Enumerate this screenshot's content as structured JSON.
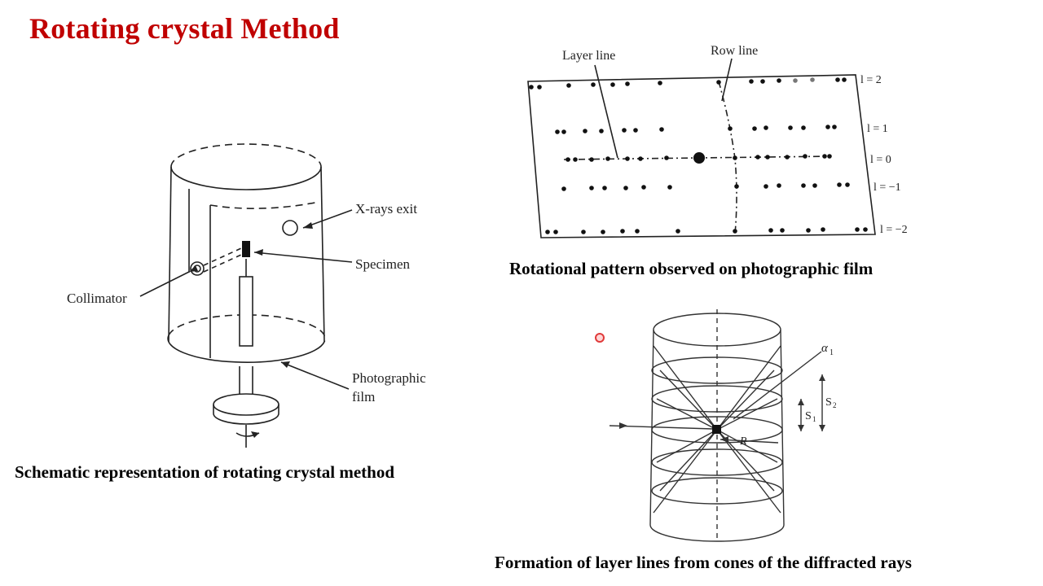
{
  "slide": {
    "title": "Rotating crystal Method"
  },
  "captions": {
    "schematic": "Schematic representation of rotating crystal method",
    "pattern": "Rotational pattern observed on photographic film",
    "cones": "Formation of layer lines from cones of the diffracted rays"
  },
  "schematic_labels": {
    "xray_exit": "X-rays exit",
    "specimen": "Specimen",
    "collimator": "Collimator",
    "film_line1": "Photographic",
    "film_line2": "film"
  },
  "pattern_labels": {
    "layer_line": "Layer line",
    "row_line": "Row line",
    "layers": [
      "l = 2",
      "l = 1",
      "l = 0",
      "l = −1",
      "l = −2"
    ]
  },
  "cone_labels": {
    "alpha": "α",
    "alpha_sub": "1",
    "s1": "S",
    "s1_sub": "1",
    "s2": "S",
    "s2_sub": "2",
    "r": "R"
  },
  "colors": {
    "title": "#c00000",
    "cursor": "#e03a3a"
  }
}
